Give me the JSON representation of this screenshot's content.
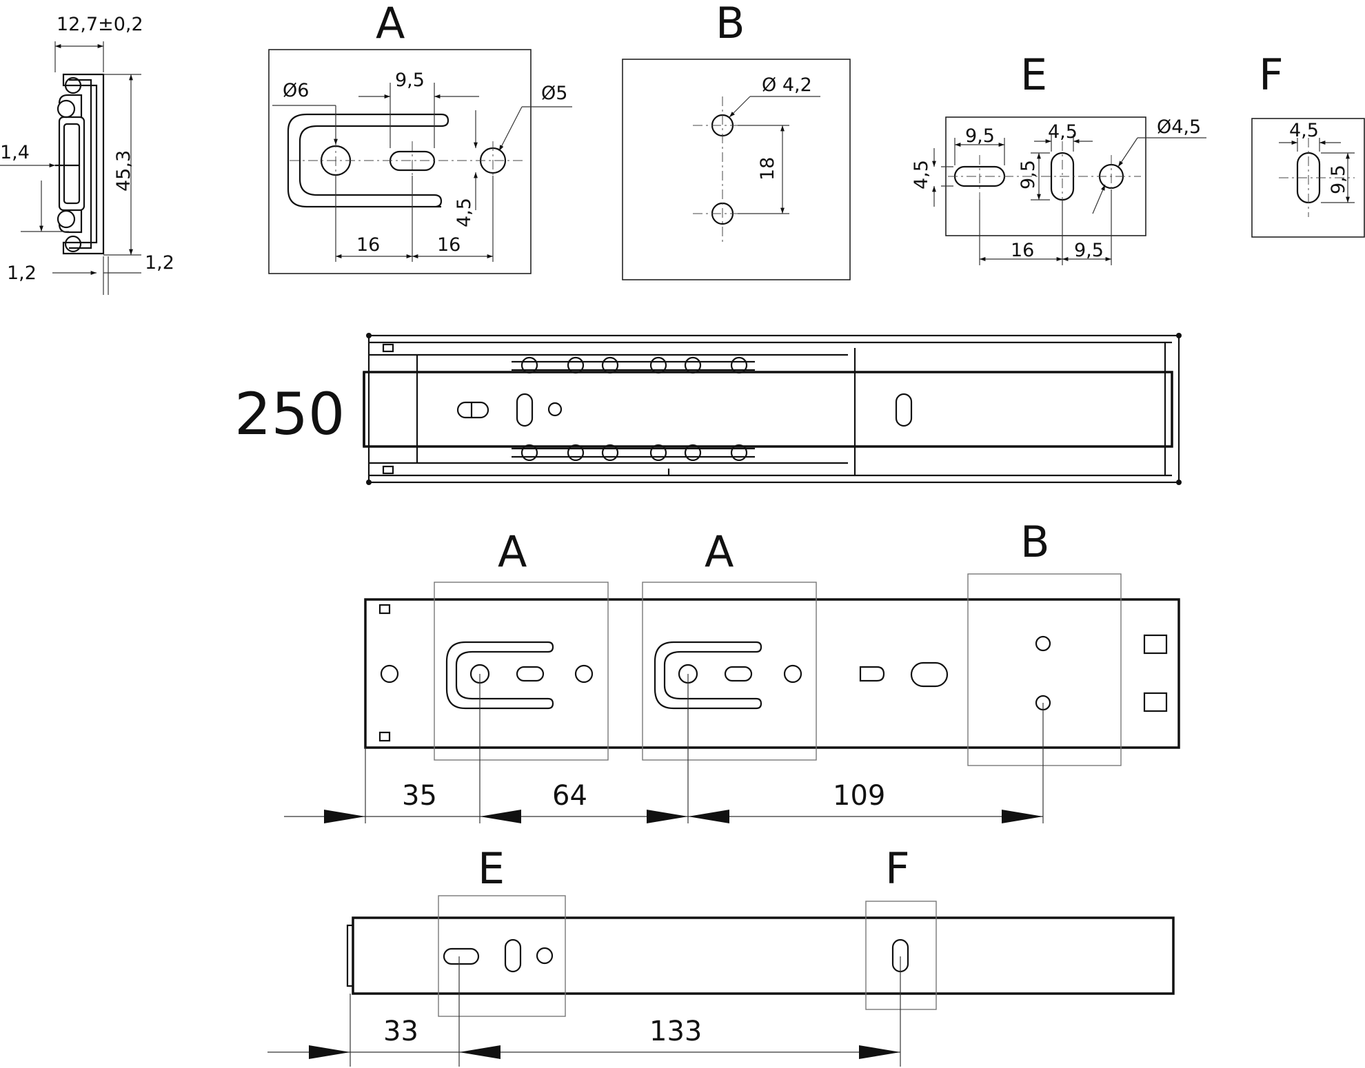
{
  "product_length": "250",
  "section": {
    "width_dim": "12,7±0,2",
    "height_dim": "45,3",
    "dim_left_top": "1,4",
    "dim_left_bottom": "1,2",
    "dim_right_bottom": "1,2"
  },
  "detail_A": {
    "label": "A",
    "dia_left": "Ø6",
    "dia_right": "Ø5",
    "slot_len": "9,5",
    "slot_w": "4,5",
    "spacing_left": "16",
    "spacing_right": "16"
  },
  "detail_B": {
    "label": "B",
    "dia": "Ø 4,2",
    "spacing": "18"
  },
  "detail_E": {
    "label": "E",
    "slot_h_len": "9,5",
    "slot_h_w": "4,5",
    "slot_v_w": "4,5",
    "slot_v_len": "9,5",
    "dia": "Ø4,5",
    "spacing_left": "16",
    "spacing_right": "9,5"
  },
  "detail_F": {
    "label": "F",
    "slot_w": "4,5",
    "slot_len": "9,5"
  },
  "cabinet_rail": {
    "labels": [
      "A",
      "A",
      "B"
    ],
    "dims": [
      "35",
      "64",
      "109"
    ]
  },
  "drawer_rail": {
    "labels": [
      "E",
      "F"
    ],
    "dims": [
      "33",
      "133"
    ]
  }
}
